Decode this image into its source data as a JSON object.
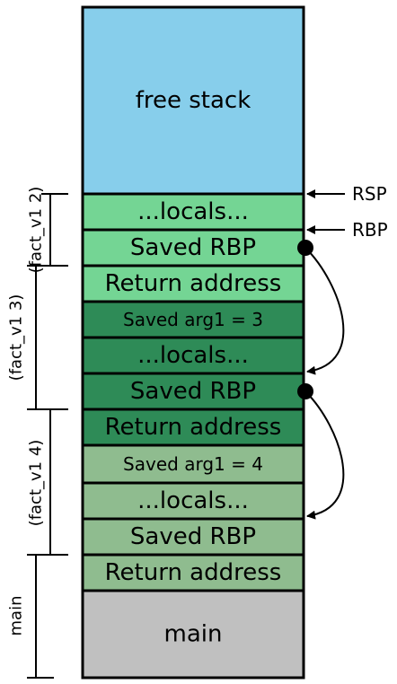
{
  "diagram": {
    "blocks": [
      {
        "label": "free stack",
        "color": "#87ceeb",
        "size": "large"
      },
      {
        "label": "...locals...",
        "color": "#74d594",
        "size": "medium"
      },
      {
        "label": "Saved RBP",
        "color": "#74d594",
        "size": "medium"
      },
      {
        "label": "Return address",
        "color": "#74d594",
        "size": "medium"
      },
      {
        "label": "Saved arg1 = 3",
        "color": "#2e8b57",
        "size": "small"
      },
      {
        "label": "...locals...",
        "color": "#2e8b57",
        "size": "medium"
      },
      {
        "label": "Saved RBP",
        "color": "#2e8b57",
        "size": "medium"
      },
      {
        "label": "Return address",
        "color": "#2e8b57",
        "size": "medium"
      },
      {
        "label": "Saved arg1 = 4",
        "color": "#8fbc8f",
        "size": "small"
      },
      {
        "label": "...locals...",
        "color": "#8fbc8f",
        "size": "medium"
      },
      {
        "label": "Saved RBP",
        "color": "#8fbc8f",
        "size": "medium"
      },
      {
        "label": "Return address",
        "color": "#8fbc8f",
        "size": "medium"
      },
      {
        "label": "main",
        "color": "#c0c0c0",
        "size": "large"
      }
    ],
    "pointers": [
      {
        "label": "RSP",
        "target_block": 1
      },
      {
        "label": "RBP",
        "target_block": 2
      }
    ],
    "frames": [
      {
        "label": "(fact_v1 2)"
      },
      {
        "label": "(fact_v1 3)"
      },
      {
        "label": "(fact_v1 4)"
      },
      {
        "label": "main"
      }
    ],
    "links": [
      {
        "from_block": 2,
        "to_block": 6
      },
      {
        "from_block": 6,
        "to_block": 10
      }
    ]
  }
}
